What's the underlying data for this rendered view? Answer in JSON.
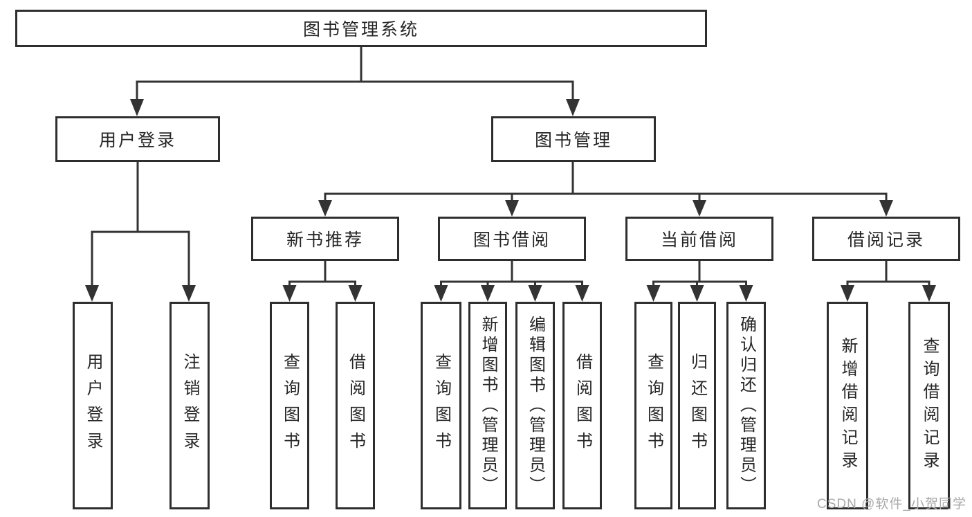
{
  "tree": {
    "root": {
      "label": "图书管理系统"
    },
    "branches": [
      {
        "label": "用户登录",
        "children": [
          {
            "label": "用户登录"
          },
          {
            "label": "注销登录"
          }
        ]
      },
      {
        "label": "图书管理",
        "children": [
          {
            "label": "新书推荐",
            "children": [
              {
                "label": "查询图书"
              },
              {
                "label": "借阅图书"
              }
            ]
          },
          {
            "label": "图书借阅",
            "children": [
              {
                "label": "查询图书"
              },
              {
                "label": "新增图书（管理员）"
              },
              {
                "label": "编辑图书（管理员）"
              },
              {
                "label": "借阅图书"
              }
            ]
          },
          {
            "label": "当前借阅",
            "children": [
              {
                "label": "查询图书"
              },
              {
                "label": "归还图书"
              },
              {
                "label": "确认归还（管理员）"
              }
            ]
          },
          {
            "label": "借阅记录",
            "children": [
              {
                "label": "新增借阅记录"
              },
              {
                "label": "查询借阅记录"
              }
            ]
          }
        ]
      }
    ]
  },
  "watermark": "CSDN @软件_小贺同学",
  "colors": {
    "line": "#333333",
    "border": "#2e2e2e",
    "text": "#262626",
    "watermark": "#a9a9a9",
    "background": "#ffffff"
  }
}
